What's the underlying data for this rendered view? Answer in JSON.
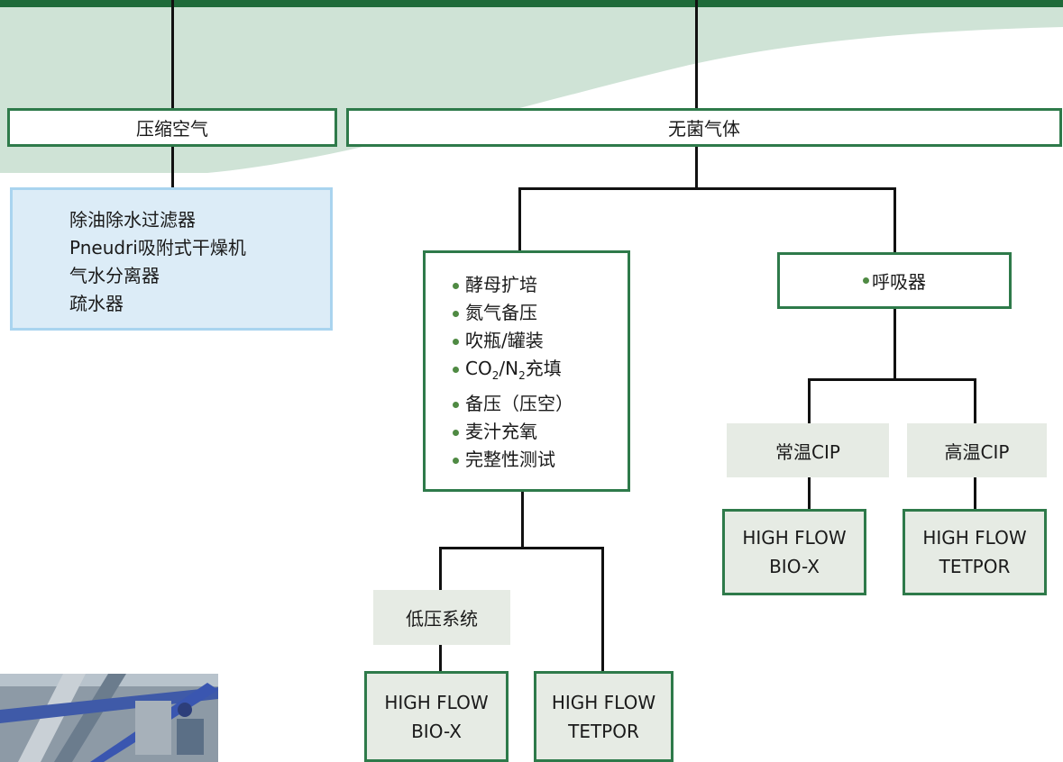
{
  "left_branch": {
    "title": "压缩空气",
    "items": [
      "除油除水过滤器",
      "Pneudri吸附式干燥机",
      "气水分离器",
      "疏水器"
    ]
  },
  "right_branch": {
    "title": "无菌气体",
    "applications": {
      "items": [
        "酵母扩培",
        "氮气备压",
        "吹瓶/罐装",
        "CO2/N2充填",
        "备压（压空）",
        "麦汁充氧",
        "完整性测试"
      ],
      "subsystem": "低压系统",
      "products": [
        {
          "line1": "HIGH FLOW",
          "line2": "BIO-X"
        },
        {
          "line1": "HIGH FLOW",
          "line2": "TETPOR"
        }
      ]
    },
    "breather": {
      "title": "呼吸器",
      "branches": [
        {
          "label": "常温CIP",
          "product": {
            "line1": "HIGH FLOW",
            "line2": "BIO-X"
          }
        },
        {
          "label": "高温CIP",
          "product": {
            "line1": "HIGH FLOW",
            "line2": "TETPOR"
          }
        }
      ]
    }
  },
  "colors": {
    "header_green": "#1f6b3a",
    "box_border": "#2e7a4a",
    "bullet": "#4f8a43",
    "blue_box": "#dcecf7",
    "pale_box": "#e6ebe4",
    "wave": "#cfe3d6"
  }
}
